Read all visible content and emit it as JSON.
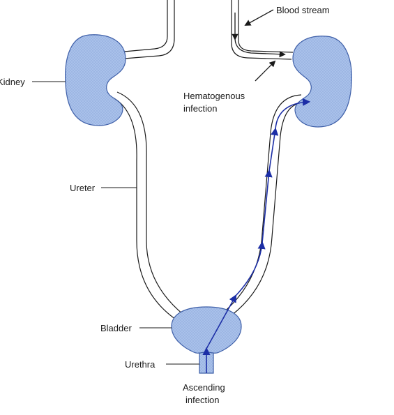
{
  "labels": {
    "kidney": "Kidney",
    "ureter": "Ureter",
    "bladder": "Bladder",
    "urethra": "Urethra",
    "blood_stream": "Blood stream",
    "hematogenous_line1": "Hematogenous",
    "hematogenous_line2": "infection",
    "ascending_line1": "Ascending",
    "ascending_line2": "infection"
  },
  "colors": {
    "organ_fill": "#a9c1ea",
    "organ_stroke": "#3e5fa8",
    "arrow_blue": "#1c2ea6",
    "line": "#1a1a1a"
  }
}
